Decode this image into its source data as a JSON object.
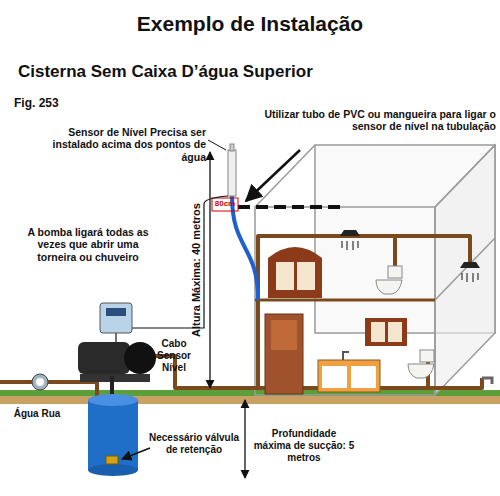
{
  "diagram": {
    "title": "Exemplo de Instalação",
    "labels": [
      "Cisterna Sem Caixa D’água Superior",
      "Fig. 253",
      "Sensor de Nível Precisa ser instalado acima dos pontos de água",
      "Utilizar tubo de PVC ou mangueira para ligar o sensor de nível na tubulação",
      "80cm",
      "Altura Máxima: 40 metros",
      "A bomba ligará todas as vezes que abrir uma torneira ou chuveiro",
      "Cabo Sensor Nível",
      "Água Rua",
      "Necessário válvula de retenção",
      "Profundidade máxima de sucção: 5 metros"
    ]
  }
}
